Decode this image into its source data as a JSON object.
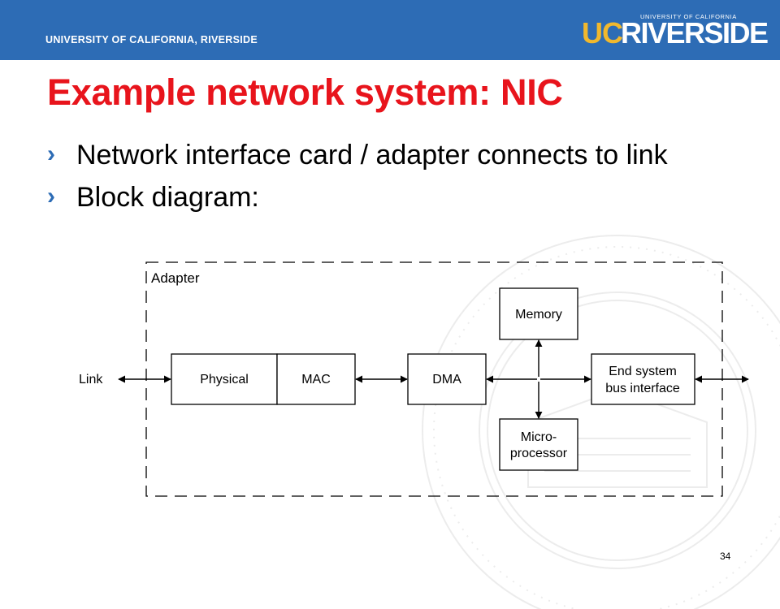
{
  "header": {
    "university_text": "UNIVERSITY OF CALIFORNIA, RIVERSIDE",
    "logo": {
      "uc": "UC",
      "riverside": "RIVERSIDE",
      "small_text": "UNIVERSITY OF CALIFORNIA"
    }
  },
  "slide": {
    "title": "Example network system: NIC",
    "bullets": [
      {
        "marker": "›",
        "text": "Network interface card / adapter connects to link"
      },
      {
        "marker": "›",
        "text": "Block diagram:"
      }
    ],
    "page_number": "34"
  },
  "diagram": {
    "adapter_label": "Adapter",
    "link_label": "Link",
    "blocks": {
      "physical": "Physical",
      "mac": "MAC",
      "dma": "DMA",
      "memory": "Memory",
      "micro_line1": "Micro-",
      "micro_line2": "processor",
      "end_line1": "End system",
      "end_line2": "bus interface"
    }
  },
  "colors": {
    "header_blue": "#2d6cb5",
    "title_red": "#e8141c",
    "logo_gold": "#f1b82d"
  }
}
